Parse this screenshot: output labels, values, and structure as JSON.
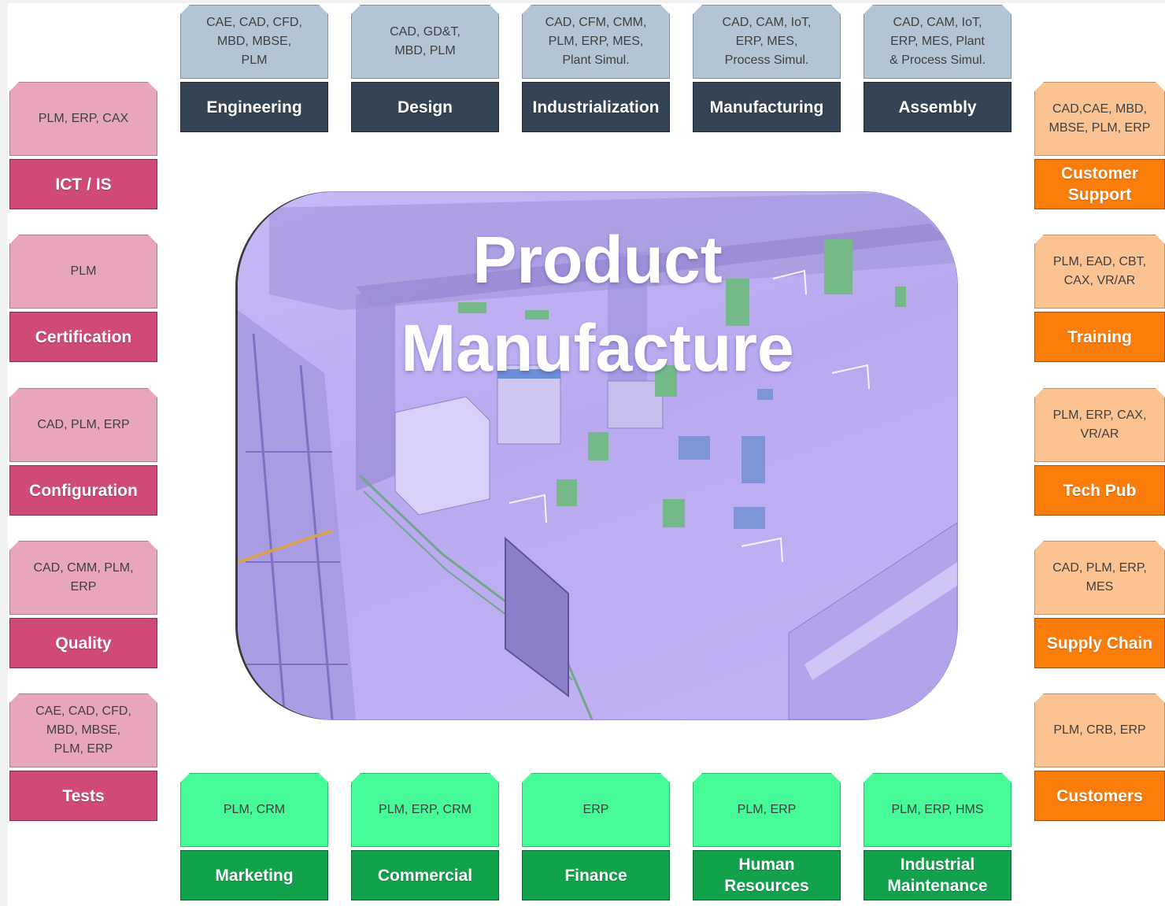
{
  "center": {
    "title_line1": "Product",
    "title_line2": "Manufacture"
  },
  "top": [
    {
      "tools": "CAE, CAD, CFD,\nMBD, MBSE,\nPLM",
      "label": "Engineering"
    },
    {
      "tools": "CAD, GD&T,\nMBD, PLM",
      "label": "Design"
    },
    {
      "tools": "CAD, CFM, CMM,\nPLM, ERP, MES,\nPlant Simul.",
      "label": "Industrialization"
    },
    {
      "tools": "CAD, CAM, IoT,\nERP, MES,\nProcess Simul.",
      "label": "Manufacturing"
    },
    {
      "tools": "CAD, CAM, IoT,\nERP, MES, Plant\n& Process Simul.",
      "label": "Assembly"
    }
  ],
  "left": [
    {
      "tools": "PLM, ERP, CAX",
      "label": "ICT / IS"
    },
    {
      "tools": "PLM",
      "label": "Certification"
    },
    {
      "tools": "CAD, PLM, ERP",
      "label": "Configuration"
    },
    {
      "tools": "CAD, CMM, PLM,\nERP",
      "label": "Quality"
    },
    {
      "tools": "CAE, CAD, CFD,\nMBD, MBSE,\nPLM, ERP",
      "label": "Tests"
    }
  ],
  "right": [
    {
      "tools": "CAD,CAE, MBD,\nMBSE, PLM, ERP",
      "label": "Customer\nSupport"
    },
    {
      "tools": "PLM, EAD, CBT,\nCAX, VR/AR",
      "label": "Training"
    },
    {
      "tools": "PLM, ERP, CAX,\nVR/AR",
      "label": "Tech Pub"
    },
    {
      "tools": "CAD, PLM, ERP,\nMES",
      "label": "Supply Chain"
    },
    {
      "tools": "PLM, CRB, ERP",
      "label": "Customers"
    }
  ],
  "bottom": [
    {
      "tools": "PLM, CRM",
      "label": "Marketing"
    },
    {
      "tools": "PLM, ERP, CRM",
      "label": "Commercial"
    },
    {
      "tools": "ERP",
      "label": "Finance"
    },
    {
      "tools": "PLM, ERP",
      "label": "Human\nResources"
    },
    {
      "tools": "PLM, ERP, HMS",
      "label": "Industrial\nMaintenance"
    }
  ]
}
